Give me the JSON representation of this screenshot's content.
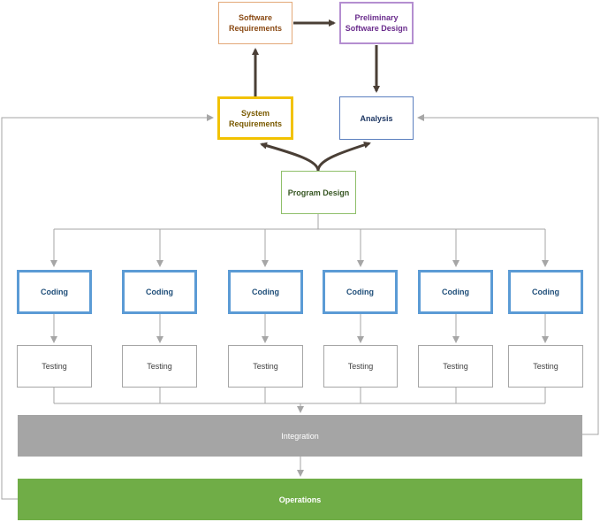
{
  "diagram": {
    "software_requirements": "Software\nRequirements",
    "preliminary_design": "Preliminary\nSoftware Design",
    "system_requirements": "System\nRequirements",
    "analysis": "Analysis",
    "program_design": "Program Design",
    "coding": [
      "Coding",
      "Coding",
      "Coding",
      "Coding",
      "Coding",
      "Coding"
    ],
    "testing": [
      "Testing",
      "Testing",
      "Testing",
      "Testing",
      "Testing",
      "Testing"
    ],
    "integration": "Integration",
    "operations": "Operations"
  },
  "colors": {
    "software_requirements_border": "#e3a878",
    "software_requirements_text": "#8a4a14",
    "preliminary_design_border": "#b48ed0",
    "preliminary_design_text": "#6a2c8c",
    "system_requirements_border": "#f2c200",
    "system_requirements_text": "#7a5a00",
    "analysis_border": "#5b7fbf",
    "analysis_text": "#1f3864",
    "program_design_border": "#8fbf6a",
    "program_design_text": "#375623",
    "coding_border": "#5b9bd5",
    "coding_text": "#1f4e79",
    "testing_border": "#a6a6a6",
    "testing_text": "#404040",
    "integration_fill": "#a5a5a5",
    "operations_fill": "#70ad47",
    "thick_arrow": "#4a3f36",
    "thin_arrow": "#a6a6a6"
  }
}
